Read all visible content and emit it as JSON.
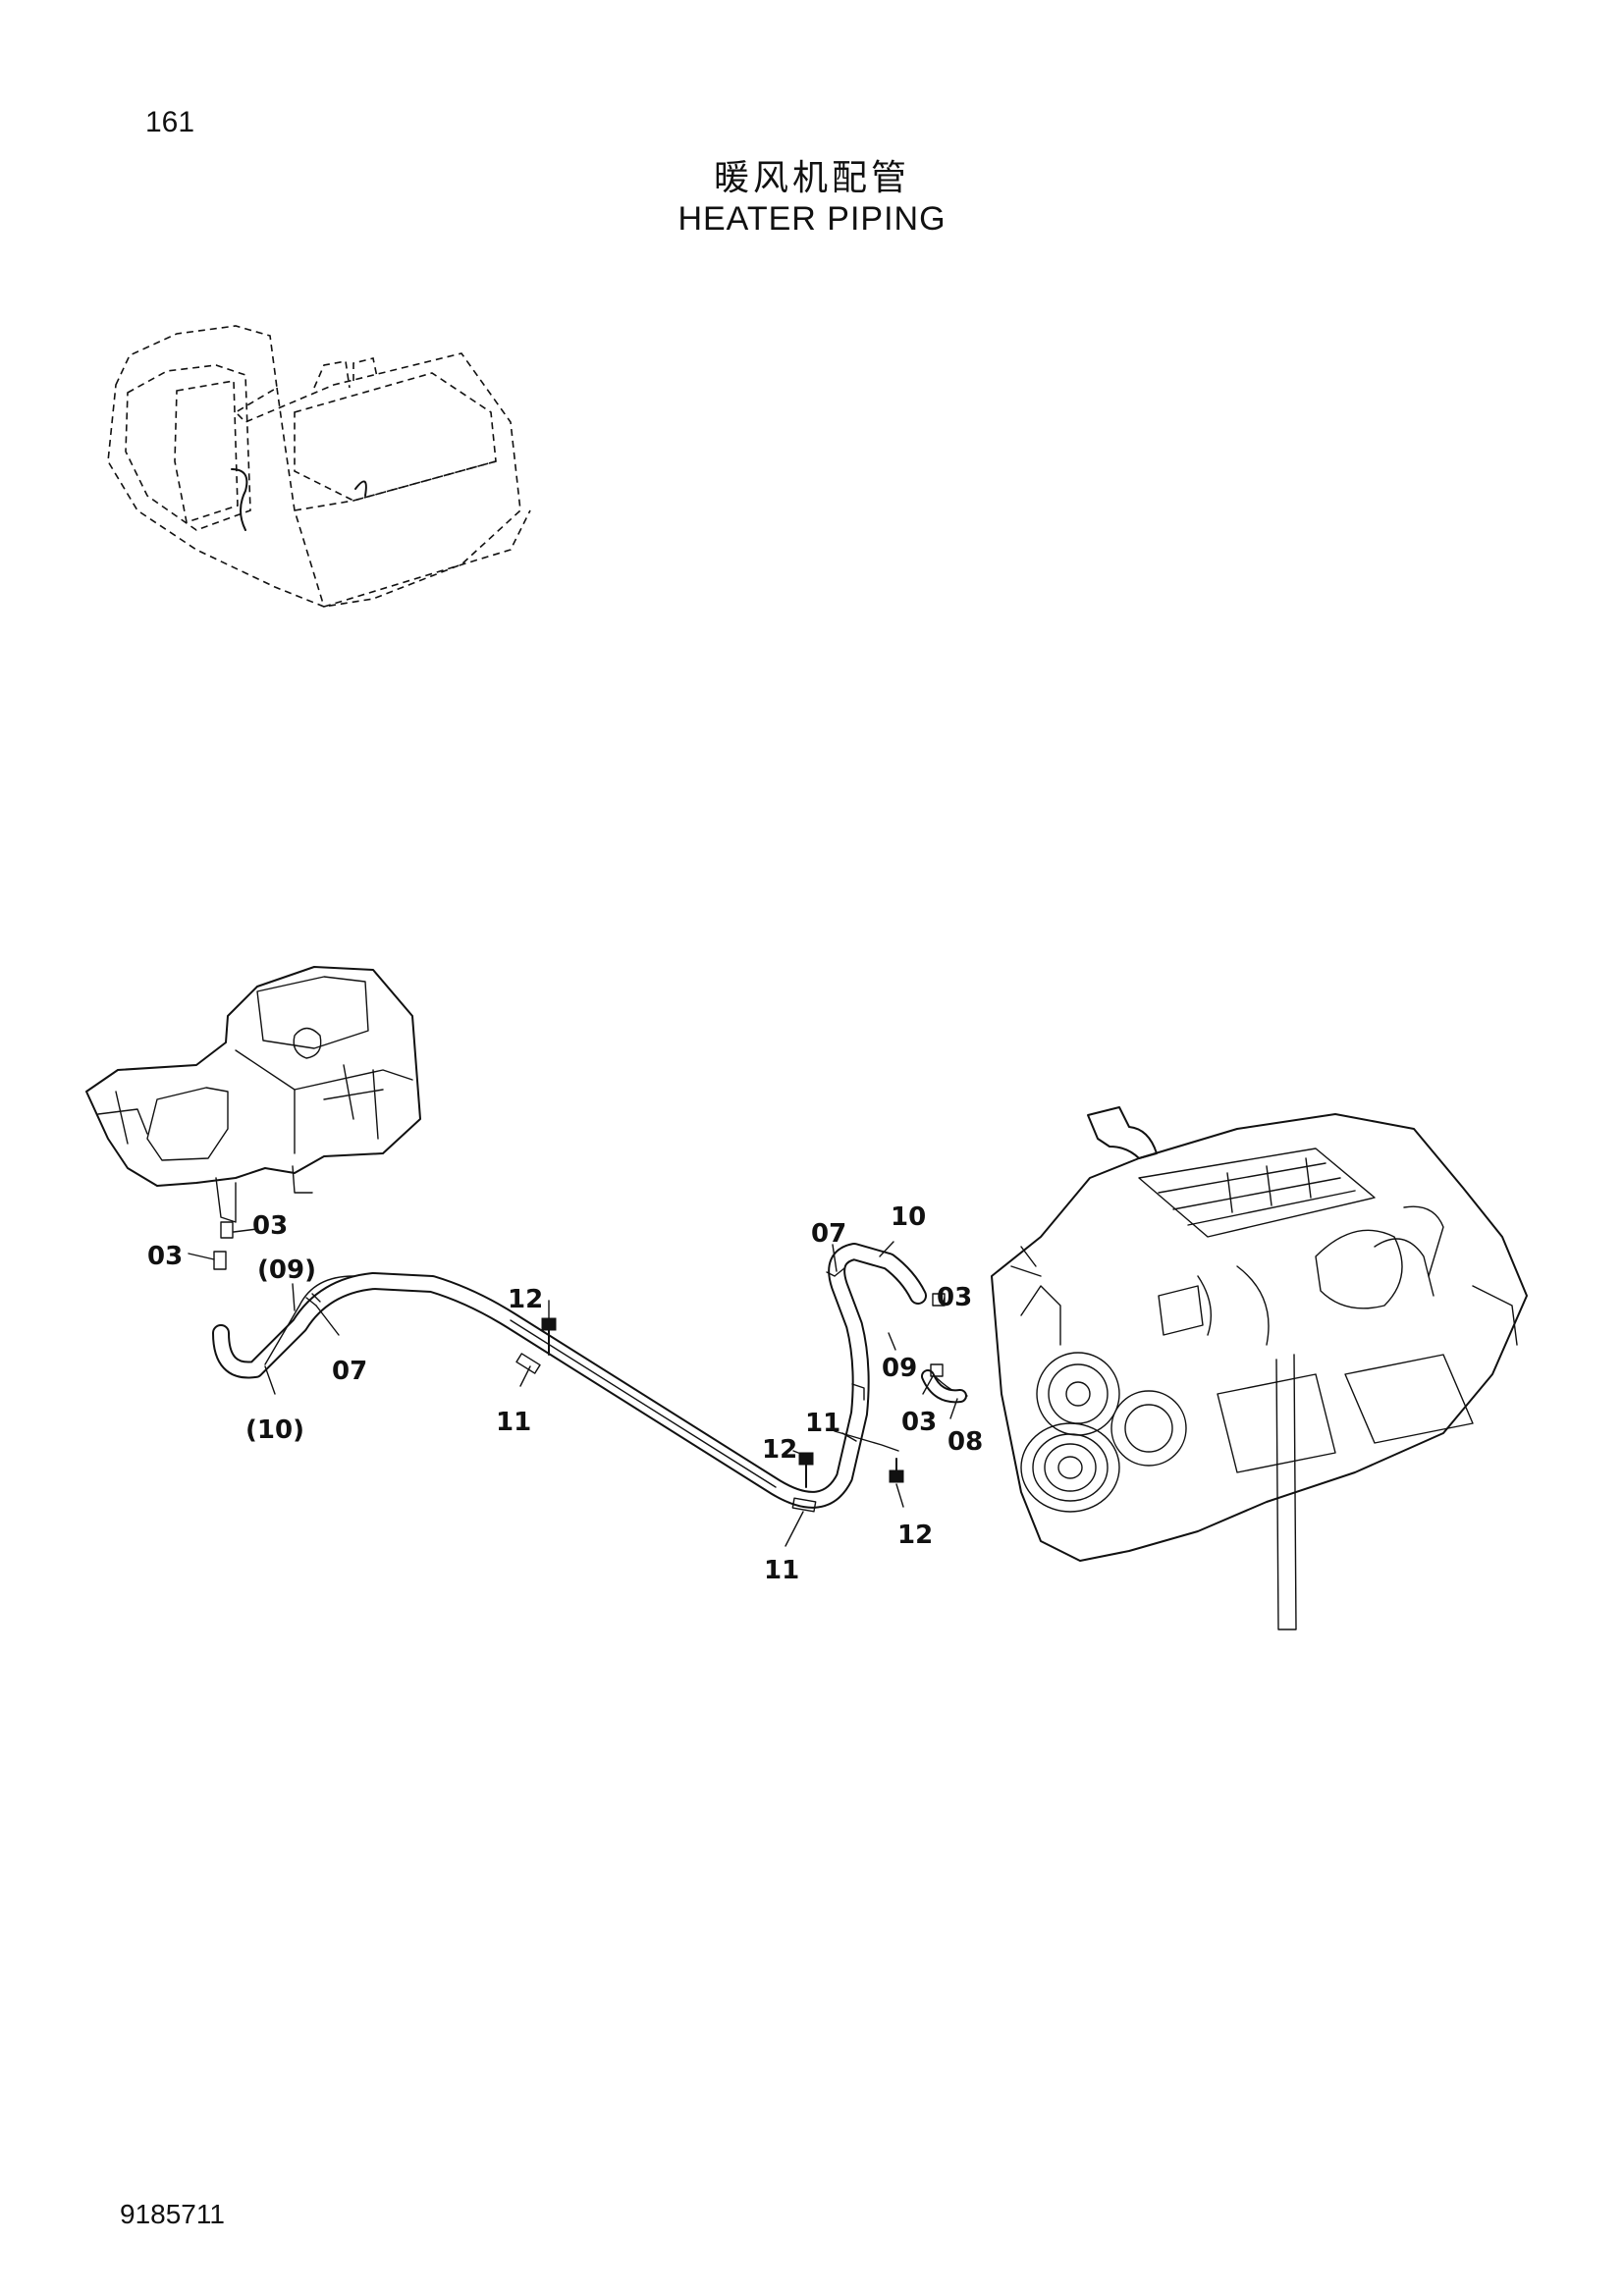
{
  "page_number": "161",
  "title_cn": "暖风机配管",
  "title_en": "HEATER PIPING",
  "doc_number": "9185711",
  "callouts": {
    "c03_a": "03",
    "c03_b": "03",
    "c09_paren": "(09)",
    "c07_a": "07",
    "c10_paren": "(10)",
    "c12_a": "12",
    "c11_a": "11",
    "c07_b": "07",
    "c10": "10",
    "c03_c": "03",
    "c09": "09",
    "c03_d": "03",
    "c08": "08",
    "c11_b": "11",
    "c12_b": "12",
    "c12_c": "12",
    "c11_c": "11"
  }
}
